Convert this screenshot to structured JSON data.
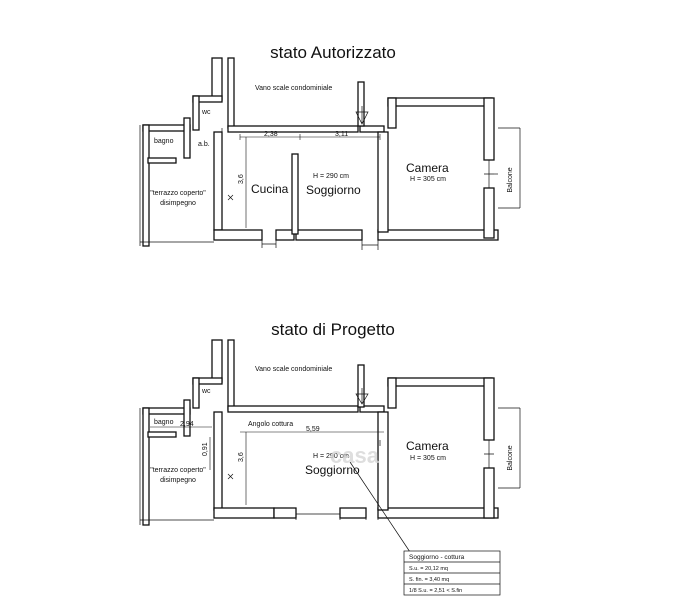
{
  "plans": [
    {
      "title": "stato Autorizzato",
      "rooms": {
        "stair": "Vano scale condominiale",
        "wc": "wc",
        "bagno": "bagno",
        "ab": "a.b.",
        "terrazzo_line1": "\"terrazzo coperto\"",
        "terrazzo_line2": "disimpegno",
        "cucina": "Cucina",
        "soggiorno": "Soggiorno",
        "soggiorno_height": "H = 290 cm",
        "camera": "Camera",
        "camera_height": "H = 305 cm",
        "balcone": "Balcone"
      },
      "dimensions": {
        "d1": "2,38",
        "d2": "3,11",
        "d3": "3,6"
      }
    },
    {
      "title": "stato di Progetto",
      "rooms": {
        "stair": "Vano scale condominiale",
        "wc": "wc",
        "bagno": "bagno",
        "terrazzo_line1": "\"terrazzo coperto\"",
        "terrazzo_line2": "disimpegno",
        "angolo": "Angolo cottura",
        "soggiorno": "Soggiorno",
        "soggiorno_height": "H = 290 cm",
        "camera": "Camera",
        "camera_height": "H = 305 cm",
        "balcone": "Balcone"
      },
      "dimensions": {
        "d1": "2,94",
        "d2": "0,91",
        "d3": "5,59",
        "d4": "3,6"
      }
    }
  ],
  "table": {
    "title": "Soggiorno - cottura",
    "rows": [
      "S.u. = 20,12 mq",
      "S. fin. = 3,40 mq",
      "1/8 S.u. = 2,51  < S.fin"
    ]
  },
  "watermark": "casa"
}
